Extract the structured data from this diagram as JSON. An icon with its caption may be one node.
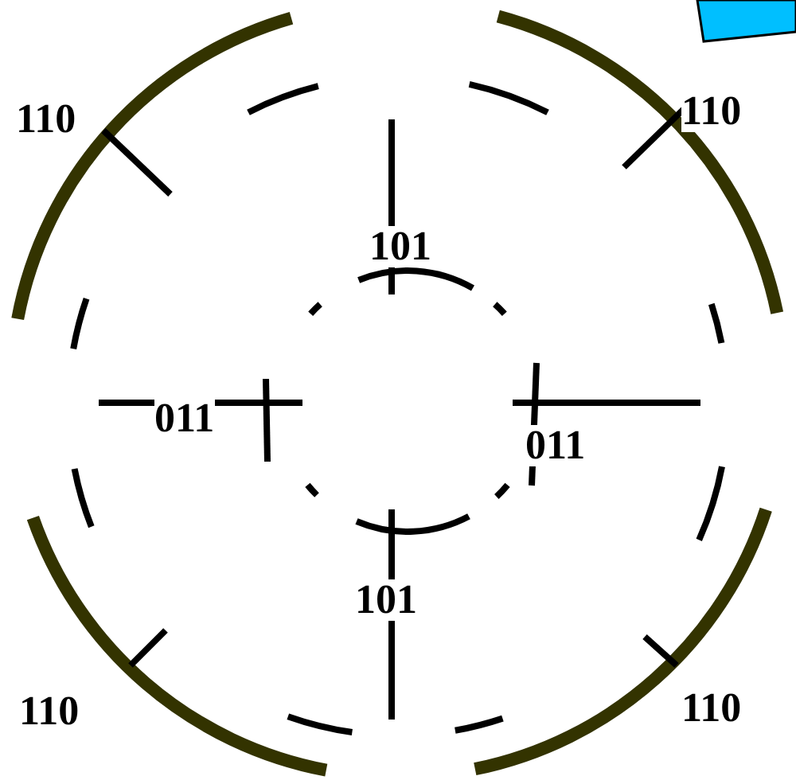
{
  "diagram": {
    "labels": [
      "110",
      "110",
      "101",
      "011",
      "011",
      "101",
      "110",
      "110"
    ]
  }
}
